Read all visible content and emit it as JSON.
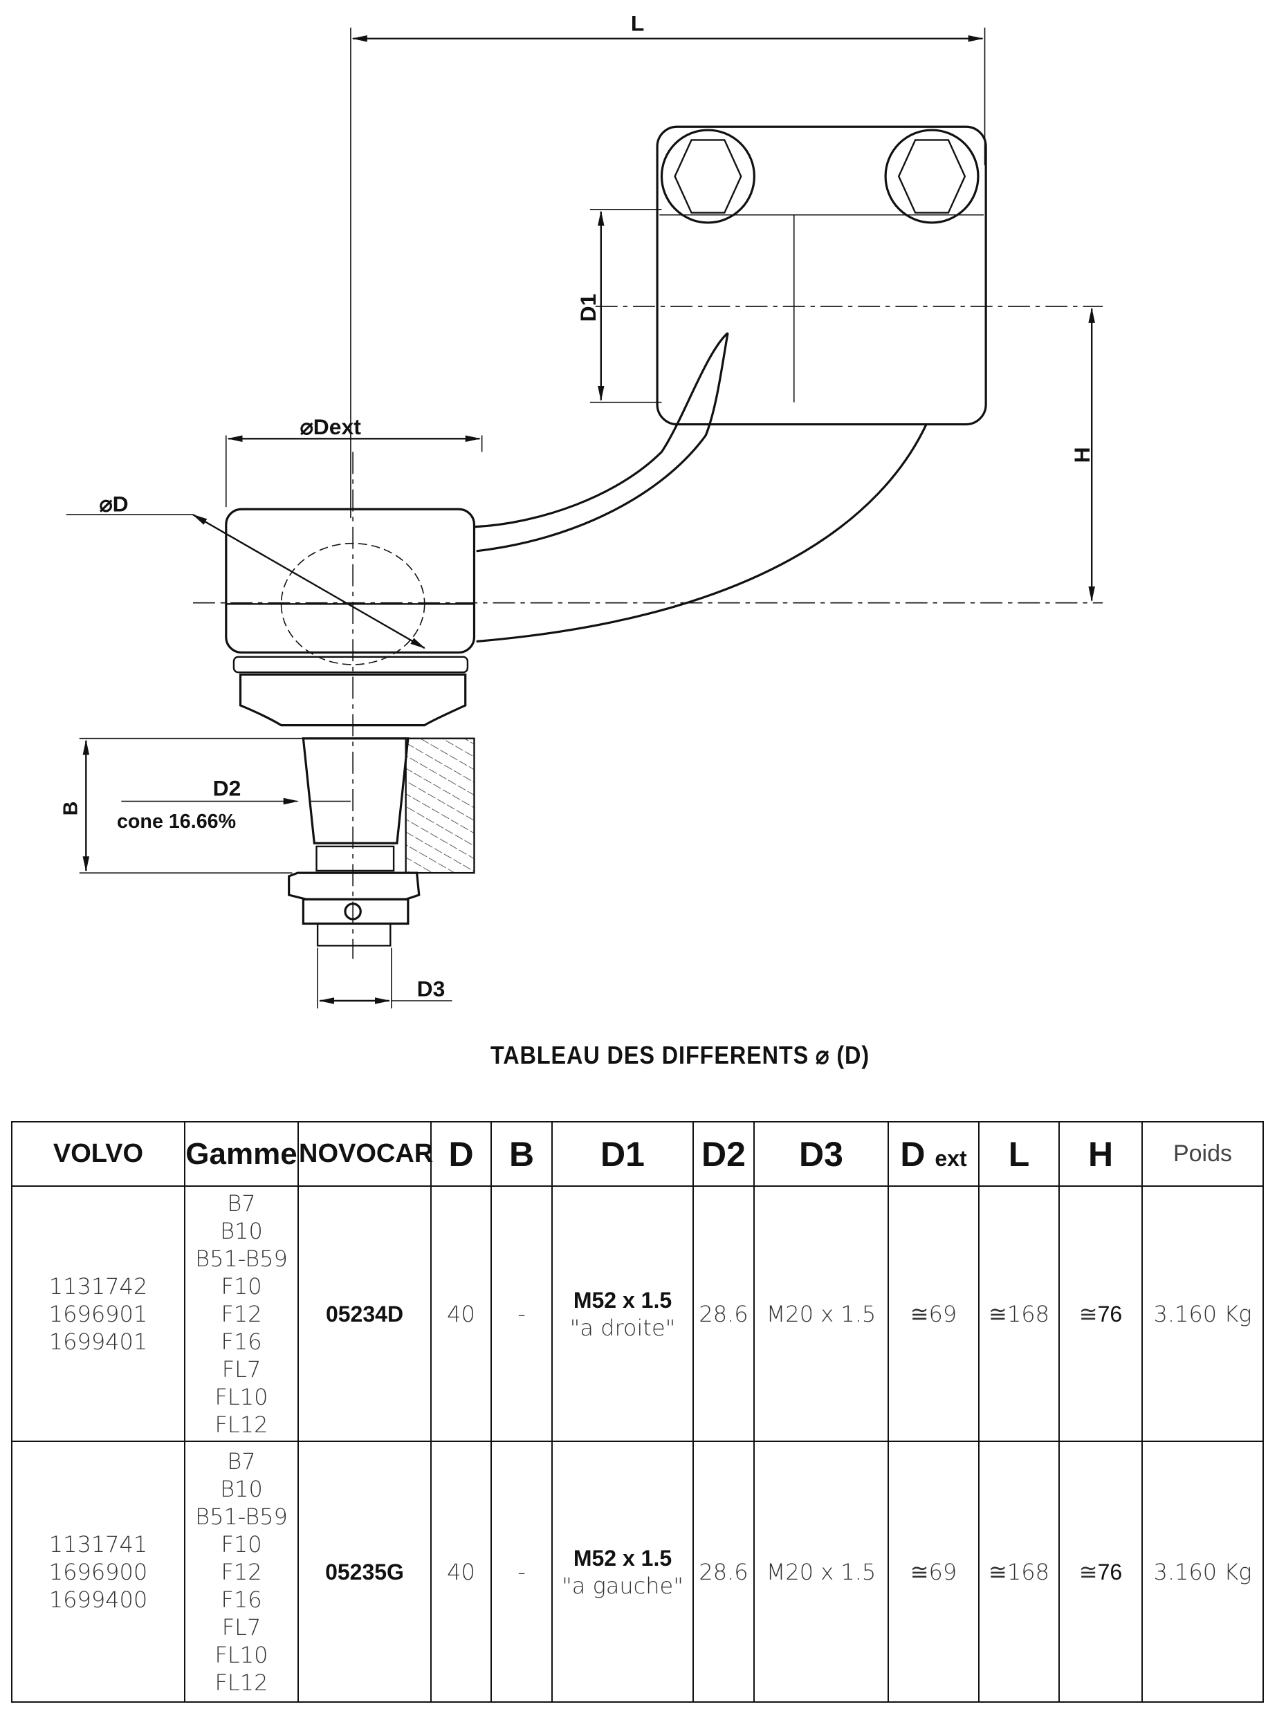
{
  "drawing": {
    "labels": {
      "L": "L",
      "Dext": "⌀Dext",
      "D": "⌀D",
      "D1": "D1",
      "H": "H",
      "D2": "D2",
      "cone": "cone  16.66%",
      "B": "B",
      "D3": "D3"
    }
  },
  "table_title": "TABLEAU DES DIFFERENTS  ⌀ (D)",
  "table": {
    "headers": {
      "volvo": "VOLVO",
      "gamme": "Gamme",
      "novocar": "NOVOCAR",
      "d": "D",
      "b": "B",
      "d1": "D1",
      "d2": "D2",
      "d3": "D3",
      "dext_main": "D",
      "dext_sub": "ext",
      "l": "L",
      "h": "H",
      "poids": "Poids"
    },
    "rows": [
      {
        "volvo": [
          "1131742",
          "1696901",
          "1699401"
        ],
        "gamme": [
          "B7",
          "B10",
          "B51-B59",
          "F10",
          "F12",
          "F16",
          "FL7",
          "FL10",
          "FL12"
        ],
        "novocar": "05234D",
        "d": "40",
        "b": "-",
        "d1": "M52 x 1.5",
        "d1_note": "\"a droite\"",
        "d2": "28.6",
        "d3": "M20 x 1.5",
        "dext": "≅69",
        "l": "≅168",
        "h_sym": "≅",
        "h": "76",
        "poids": "3.160 Kg"
      },
      {
        "volvo": [
          "1131741",
          "1696900",
          "1699400"
        ],
        "gamme": [
          "B7",
          "B10",
          "B51-B59",
          "F10",
          "F12",
          "F16",
          "FL7",
          "FL10",
          "FL12"
        ],
        "novocar": "05235G",
        "d": "40",
        "b": "-",
        "d1": "M52 x 1.5",
        "d1_note": "\"a gauche\"",
        "d2": "28.6",
        "d3": "M20 x 1.5",
        "dext": "≅69",
        "l": "≅168",
        "h_sym": "≅",
        "h": "76",
        "poids": "3.160 Kg"
      }
    ]
  }
}
